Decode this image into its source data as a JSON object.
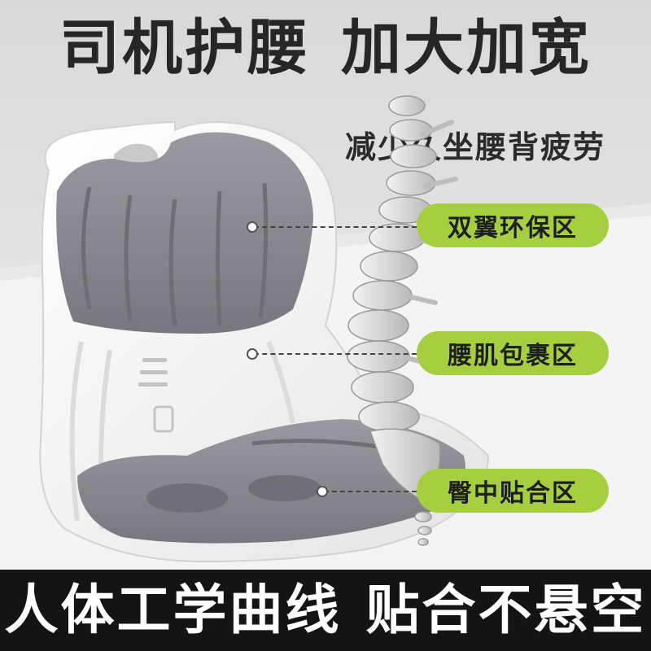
{
  "headline": {
    "part1": "司机护腰",
    "part2": "加大加宽"
  },
  "subtitle": "减少久坐腰背疲劳",
  "callouts": [
    {
      "label": "双翼环保区"
    },
    {
      "label": "腰肌包裹区"
    },
    {
      "label": "臀中贴合区"
    }
  ],
  "footer": {
    "part1": "人体工学曲线",
    "part2": "贴合不悬空"
  },
  "colors": {
    "accent_green": "#a6cf3f",
    "cushion_grey": "#8d8d93",
    "shell_white": "#f7f7f7",
    "footer_black": "#141414"
  }
}
